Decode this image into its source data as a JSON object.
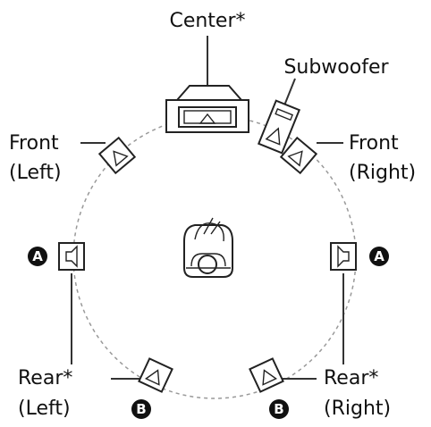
{
  "labels": {
    "center": "Center*",
    "subwoofer": "Subwoofer",
    "front_left_1": "Front",
    "front_left_2": "(Left)",
    "front_right_1": "Front",
    "front_right_2": "(Right)",
    "rear_left_1": "Rear*",
    "rear_left_2": "(Left)",
    "rear_right_1": "Rear*",
    "rear_right_2": "(Right)"
  },
  "badges": {
    "a": "A",
    "b": "B"
  },
  "colors": {
    "line": "#333333",
    "circle": "#999999",
    "badge": "#111111"
  }
}
